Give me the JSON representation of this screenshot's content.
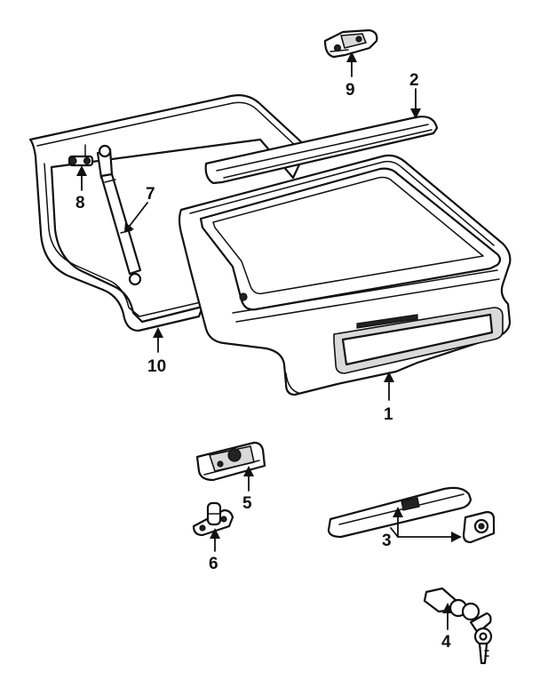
{
  "callouts": [
    {
      "id": "1",
      "text": "1"
    },
    {
      "id": "2",
      "text": "2"
    },
    {
      "id": "3",
      "text": "3"
    },
    {
      "id": "4",
      "text": "4"
    },
    {
      "id": "5",
      "text": "5"
    },
    {
      "id": "6",
      "text": "6"
    },
    {
      "id": "7",
      "text": "7"
    },
    {
      "id": "8",
      "text": "8"
    },
    {
      "id": "9",
      "text": "9"
    },
    {
      "id": "10",
      "text": "10"
    }
  ],
  "colors": {
    "line": "#111111",
    "background": "#ffffff",
    "shade": "#d9d9d9"
  }
}
